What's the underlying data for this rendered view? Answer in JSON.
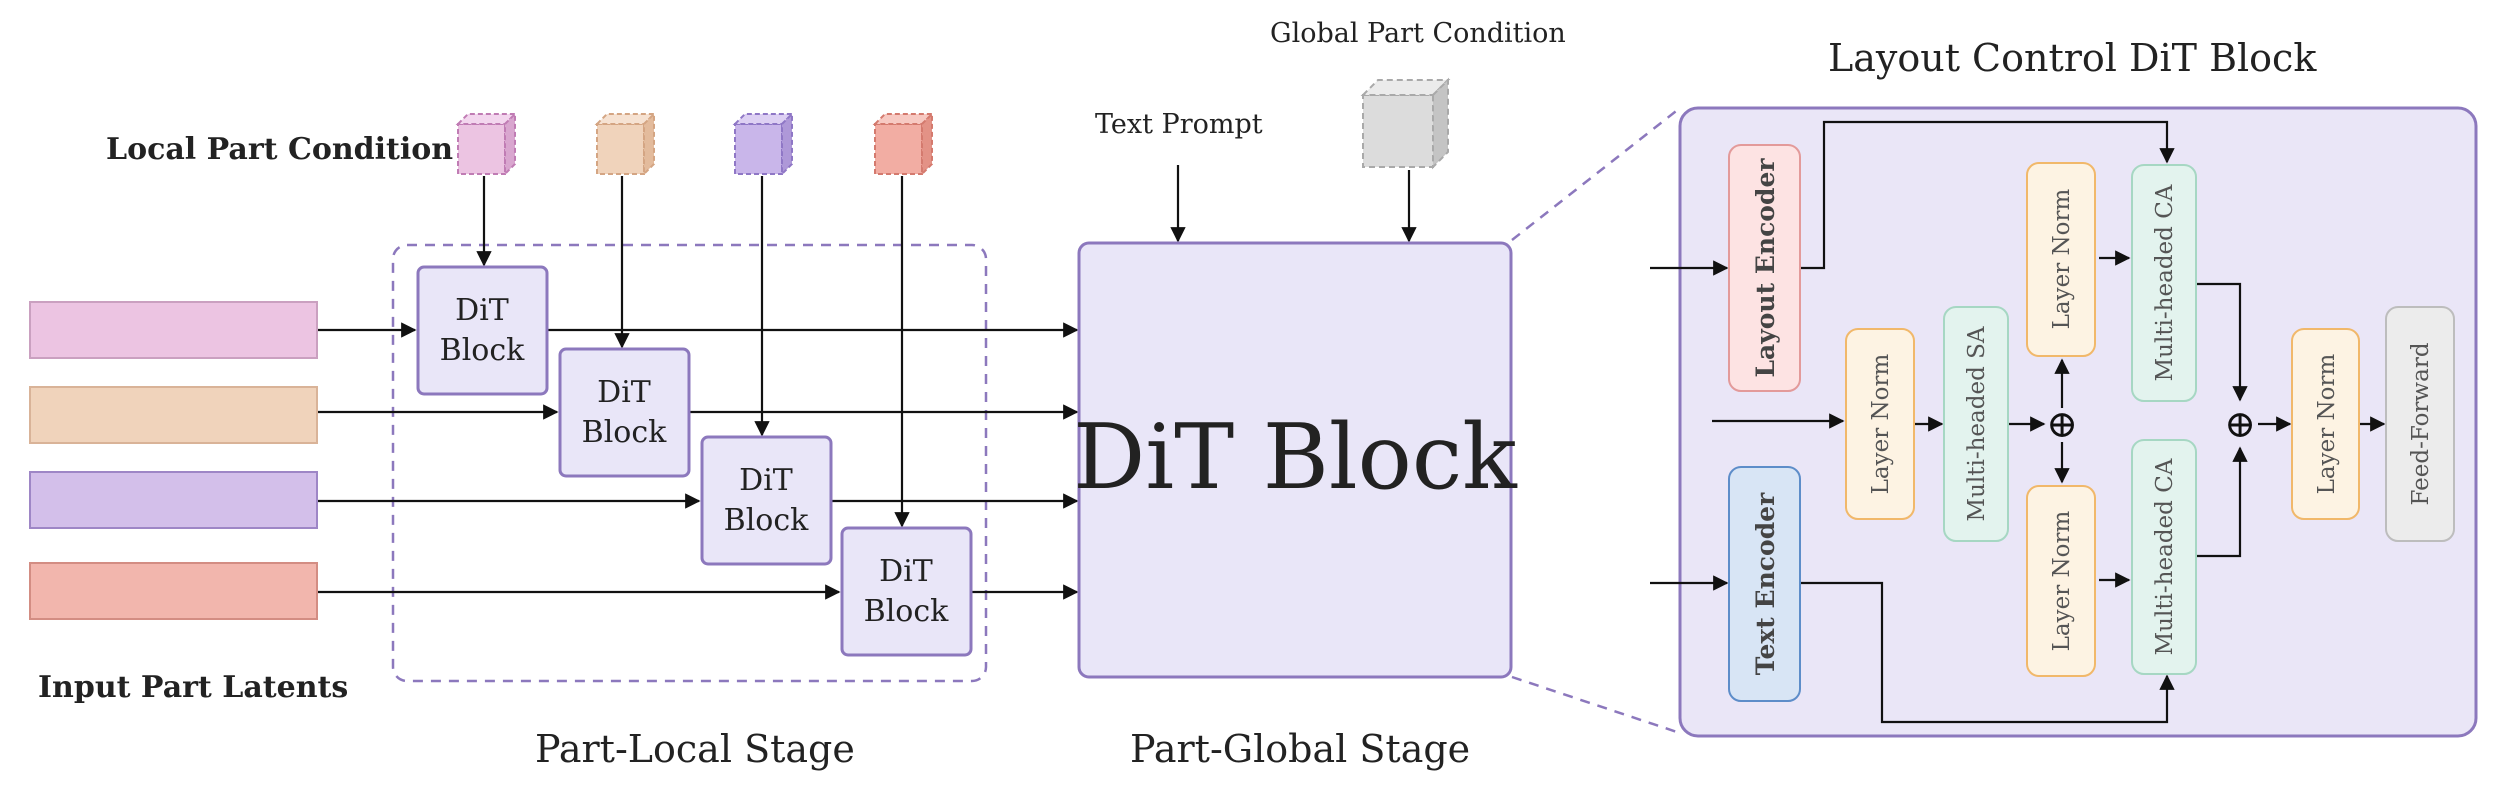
{
  "labels": {
    "local_part_condition": "Local Part Condition",
    "input_part_latents": "Input Part Latents",
    "part_local_stage": "Part-Local Stage",
    "part_global_stage": "Part-Global Stage",
    "text_prompt": "Text Prompt",
    "global_part_condition": "Global Part Condition",
    "layout_control_title": "Layout Control DiT Block"
  },
  "dit_small": {
    "line1": "DiT",
    "line2": "Block"
  },
  "dit_big": "DiT Block",
  "layout_block": {
    "layout_encoder": "Layout Encoder",
    "text_encoder": "Text Encoder",
    "layer_norm": "Layer Norm",
    "multi_head_sa": "Multi-headed SA",
    "multi_head_ca": "Multi-headed CA",
    "feed_forward": "Feed-Forward",
    "plus": "⊕"
  },
  "colors": {
    "latent_pink": "#ecc4e2",
    "latent_peach": "#f0d3bb",
    "latent_purple": "#d3bfea",
    "latent_red": "#f2b6ad",
    "dit_fill": "#e9e6f8",
    "dit_stroke": "#8c78bd",
    "cond_gray": "#dcdcdc"
  }
}
